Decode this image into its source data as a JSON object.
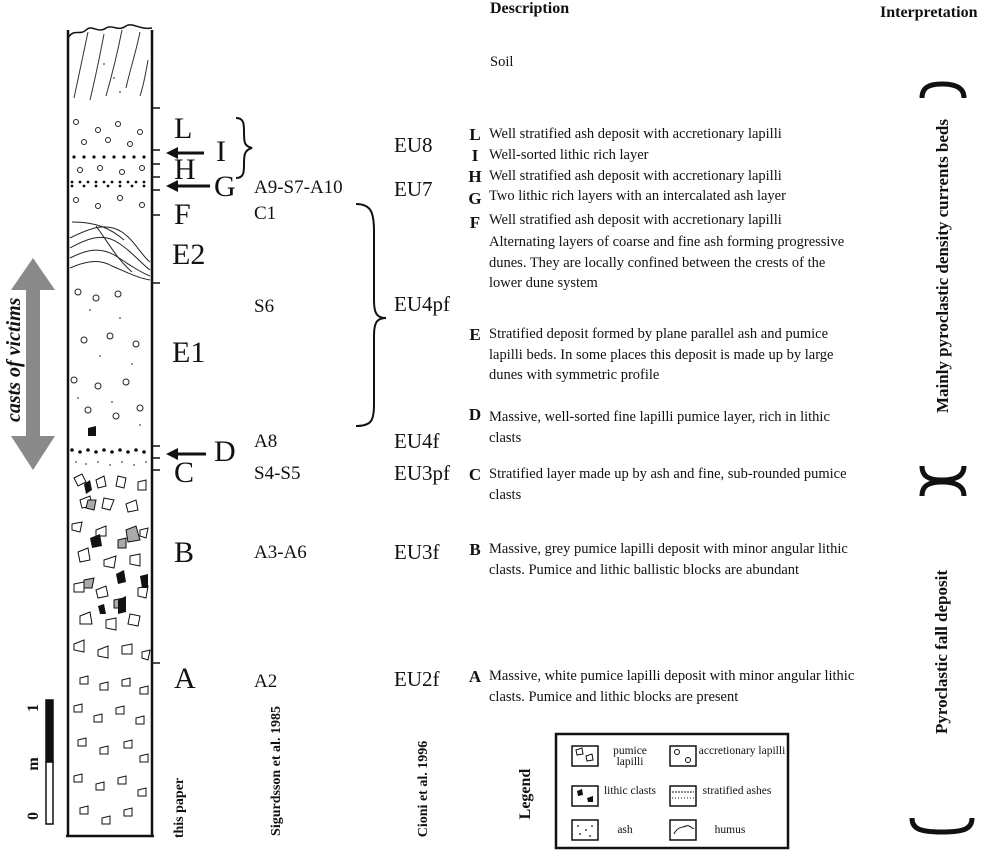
{
  "headers": {
    "description": "Description",
    "interpretation": "Interpretation"
  },
  "units": {
    "L": "L",
    "I": "I",
    "H": "H",
    "G": "G",
    "F": "F",
    "E2": "E2",
    "E1": "E1",
    "D": "D",
    "C": "C",
    "B": "B",
    "A": "A"
  },
  "sigurdsson": {
    "G": "A9-S7-A10",
    "F": "C1",
    "E": "S6",
    "D": "A8",
    "C": "S4-S5",
    "B": "A3-A6",
    "A": "A2"
  },
  "cioni": {
    "L": "EU8",
    "G": "EU7",
    "E": "EU4pf",
    "D": "EU4f",
    "C": "EU3pf",
    "B": "EU3f",
    "A": "EU2f"
  },
  "column_labels": {
    "this_paper": "this paper",
    "sigurdsson": "Sigurdsson et al. 1985",
    "cioni": "Cioni et al. 1996",
    "legend": "Legend"
  },
  "casts_label": "casts of victims",
  "scale": {
    "zero": "0",
    "unit": "m",
    "one": "1"
  },
  "descriptions": {
    "soil": "Soil",
    "L": {
      "letter": "L",
      "text": "Well stratified ash deposit with accretionary lapilli"
    },
    "I": {
      "letter": "I",
      "text": "Well-sorted lithic rich layer"
    },
    "H": {
      "letter": "H",
      "text": "Well stratified ash deposit with accretionary lapilli"
    },
    "G": {
      "letter": "G",
      "text": "Two lithic rich layers with an intercalated ash  layer"
    },
    "F": {
      "letter": "F",
      "text": "Well stratified ash deposit with accretionary lapilli"
    },
    "E2": {
      "text": "Alternating layers of coarse and fine ash forming progressive dunes. They are locally confined between the crests of the lower dune system"
    },
    "E": {
      "letter": "E",
      "text": "Stratified deposit formed by plane parallel ash and pumice lapilli beds. In some places this deposit is made up by large dunes with symmetric profile"
    },
    "D": {
      "letter": "D",
      "text": "Massive, well-sorted fine lapilli pumice layer, rich in lithic clasts"
    },
    "C": {
      "letter": "C",
      "text": "Stratified layer made up by ash and fine, sub-rounded pumice clasts"
    },
    "B": {
      "letter": "B",
      "text": "Massive, grey pumice lapilli deposit with minor angular lithic clasts. Pumice and lithic ballistic blocks are abundant"
    },
    "A": {
      "letter": "A",
      "text": "Massive, white pumice lapilli deposit with minor angular lithic clasts. Pumice and lithic blocks are present"
    }
  },
  "legend_items": {
    "pumice": "pumice lapilli",
    "accretionary": "accretionary lapilli",
    "lithic": "lithic clasts",
    "stratified": "stratified ashes",
    "ash": "ash",
    "humus": "humus"
  },
  "interpretation": {
    "upper": "Mainly pyroclastic density currents beds",
    "lower": "Pyroclastic fall deposit"
  }
}
